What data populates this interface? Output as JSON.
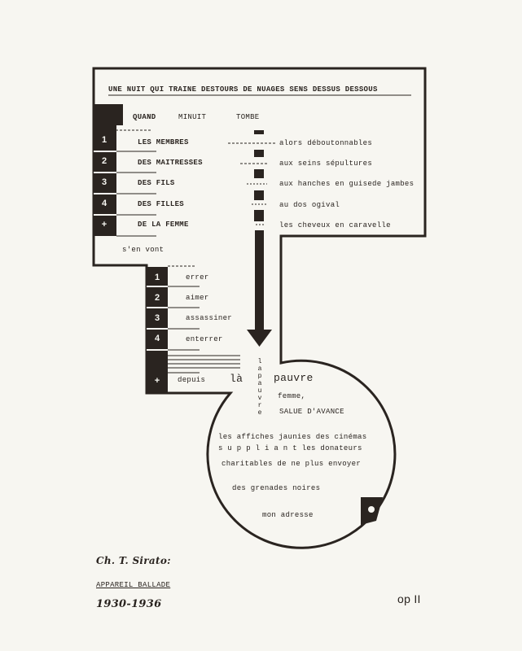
{
  "title": "UNE NUIT QUI TRAINE DESTOURS DE NUAGES SENS DESSUS DESSOUS",
  "header": [
    "QUAND",
    "MINUIT",
    "TOMBE"
  ],
  "rows": [
    {
      "num": "1",
      "subject": "LES MEMBRES",
      "object": "alors déboutonnables"
    },
    {
      "num": "2",
      "subject": "DES MAITRESSES",
      "object": "aux seins sépultures"
    },
    {
      "num": "3",
      "subject": "DES FILS",
      "object": "aux hanches en guisede jambes"
    },
    {
      "num": "4",
      "subject": "DES FILLES",
      "object": "au dos ogival"
    },
    {
      "num": "+",
      "subject": "DE LA FEMME",
      "object": "les cheveux en caravelle"
    }
  ],
  "verb": "s'en vont",
  "actions": [
    {
      "num": "1",
      "label": "errer"
    },
    {
      "num": "2",
      "label": "aimer"
    },
    {
      "num": "3",
      "label": "assassiner"
    },
    {
      "num": "4",
      "label": "enterrer"
    }
  ],
  "last": {
    "num": "+",
    "depuis": "depuis",
    "la": "là",
    "pauvre": "pauvre",
    "vertical": "la pauvre"
  },
  "circle": {
    "femme": "femme,",
    "salue": "SALUE D'AVANCE",
    "lines": [
      "les affiches jaunies des cinémas",
      "s u p p l i a n t   les donateurs",
      "charitables de ne plus   envoyer",
      "des grenades noires",
      "mon adresse"
    ]
  },
  "signature": "Ch. T. Sirato:",
  "work_title": "APPAREIL BALLADE",
  "dates": "1930-1936",
  "opus": "op II"
}
